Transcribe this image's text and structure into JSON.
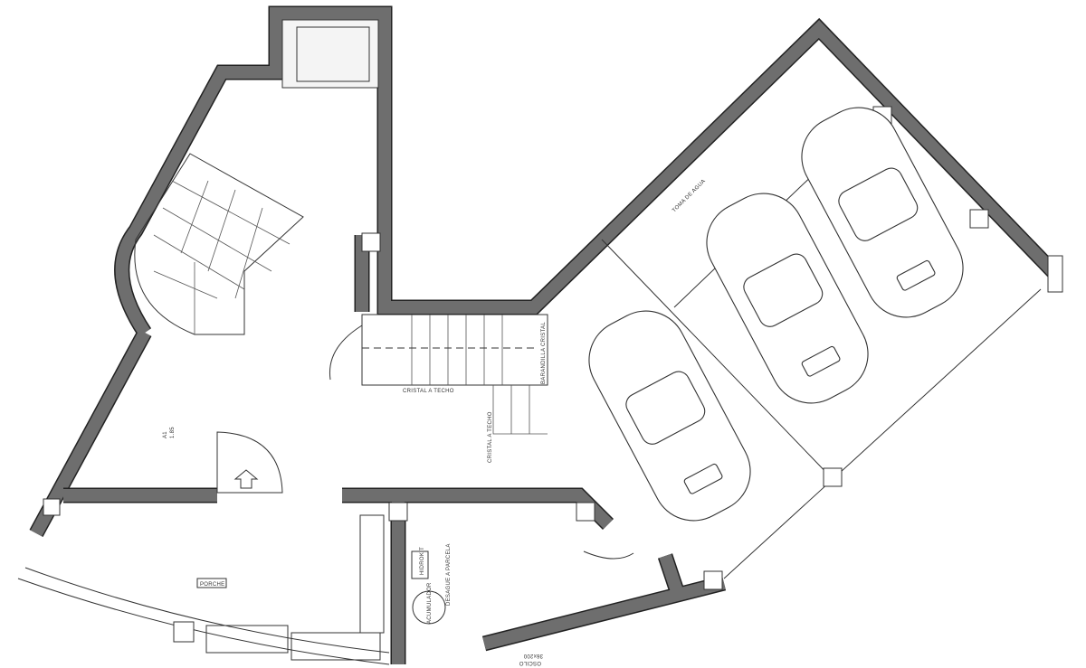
{
  "labels": {
    "glass_ceiling_horizontal": "CRISTAL A TECHO",
    "glass_ceiling_vertical": "CRISTAL A TECHO",
    "glass_railing": "BARANDILLA CRISTAL",
    "water_intake": "TOMA DE AGUA",
    "porch": "PORCHE",
    "window_code": "A1",
    "window_height": "1.85",
    "hydrokit": "HIDROKIT",
    "accumulator": "ACUMULADOR",
    "drain": "DESAGUE A PARCELA",
    "sliding_window": "OSCILO",
    "sliding_window_size": "36x200"
  },
  "colors": {
    "wall": "#6e6e6e",
    "line": "#333333",
    "background": "#ffffff"
  }
}
